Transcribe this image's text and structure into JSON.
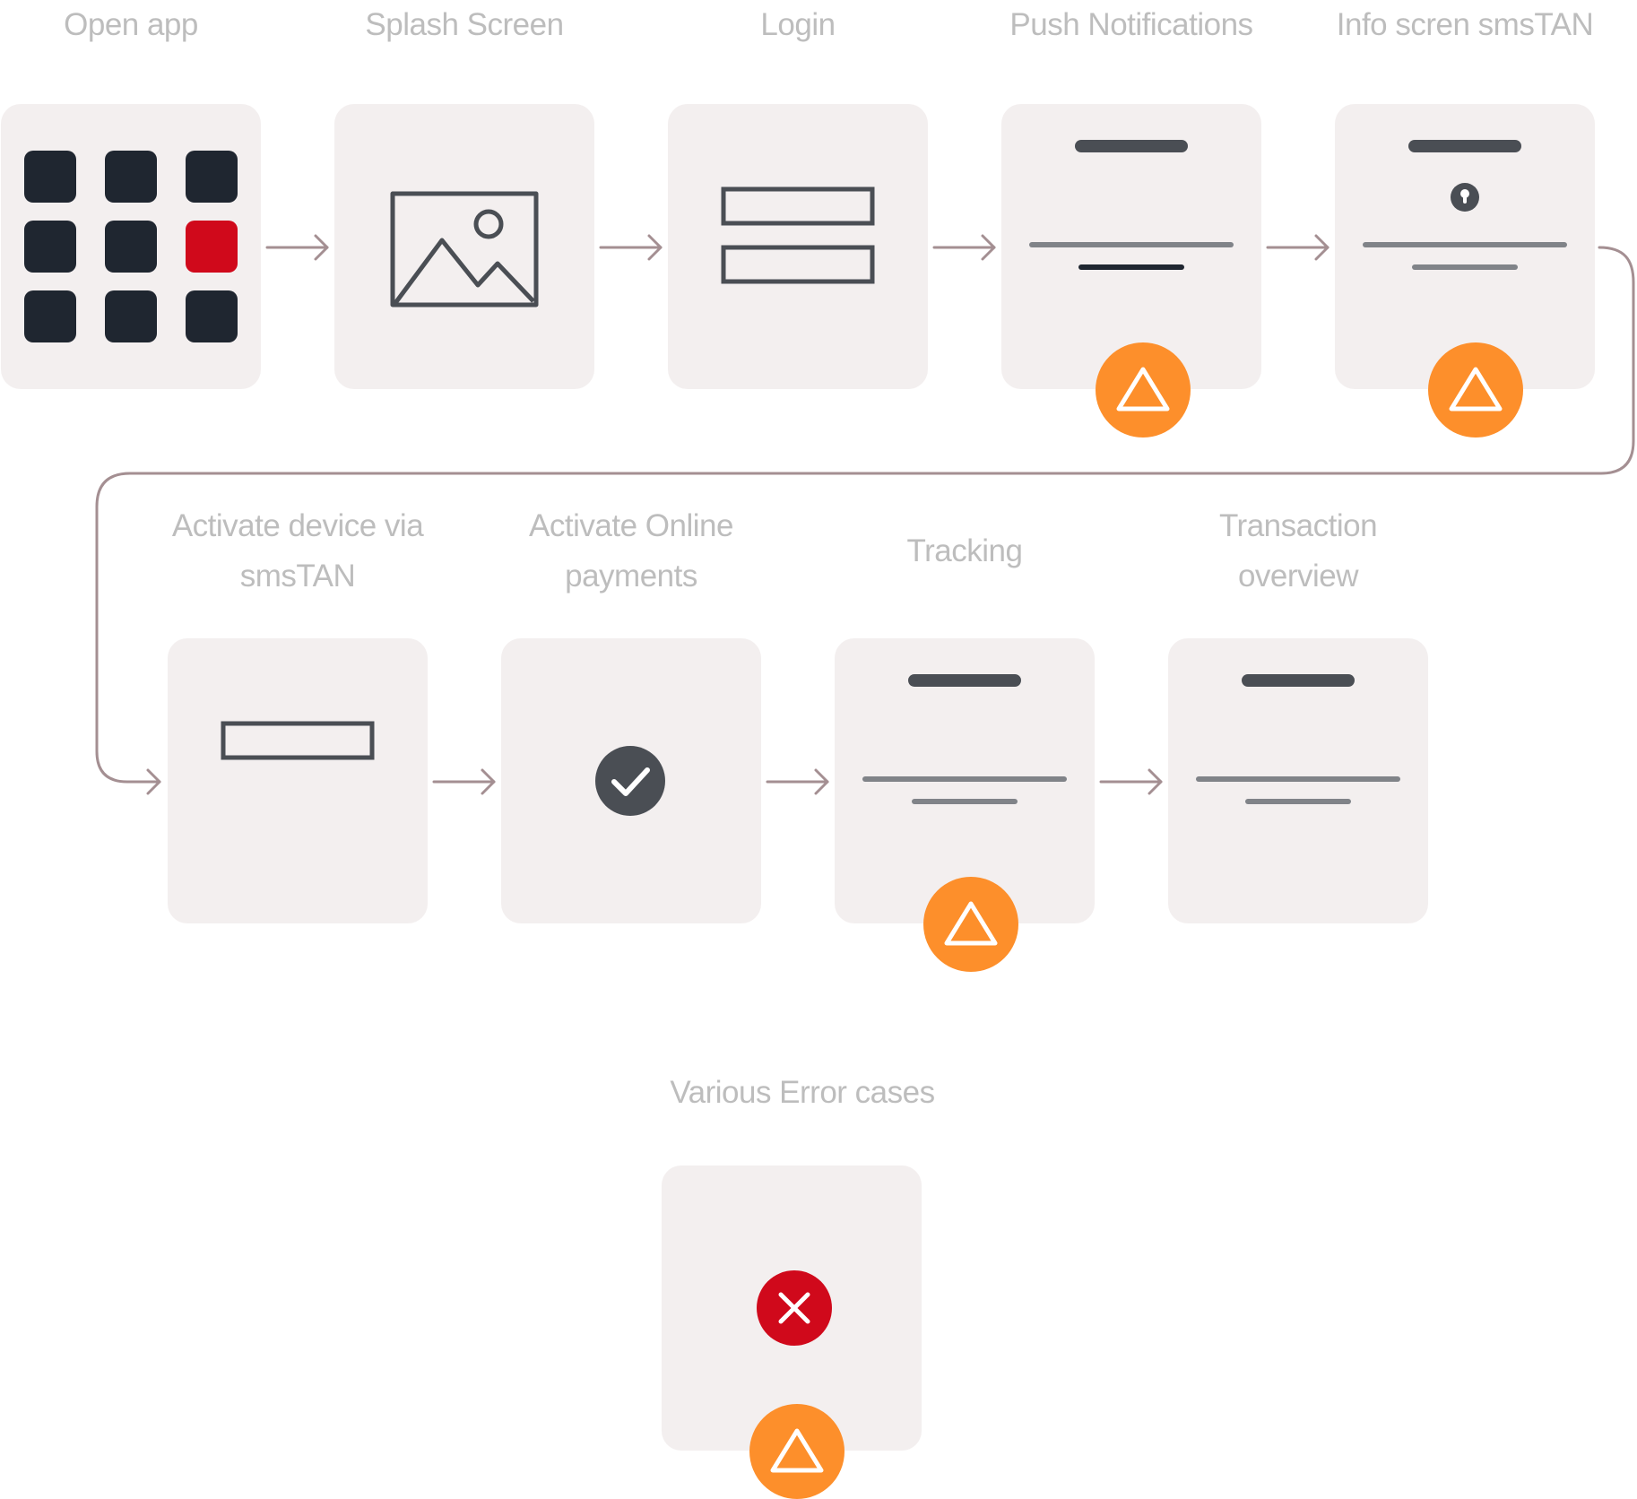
{
  "steps": [
    {
      "id": "open-app",
      "label": "Open app"
    },
    {
      "id": "splash-screen",
      "label": "Splash Screen"
    },
    {
      "id": "login",
      "label": "Login"
    },
    {
      "id": "push-notifications",
      "label": "Push Notifications"
    },
    {
      "id": "info-screen-smstan",
      "label": "Info scren smsTAN"
    },
    {
      "id": "activate-device",
      "label_line1": "Activate device via",
      "label_line2": "smsTAN"
    },
    {
      "id": "activate-online-payments",
      "label_line1": "Activate Online",
      "label_line2": "payments"
    },
    {
      "id": "tracking",
      "label": "Tracking"
    },
    {
      "id": "transaction-overview",
      "label_line1": "Transaction",
      "label_line2": "overview"
    },
    {
      "id": "various-error-cases",
      "label": "Various Error cases"
    }
  ],
  "colors": {
    "card": "#f3efef",
    "label": "#bdbdbd",
    "dark": "#1f2630",
    "accent_red": "#d0091b",
    "warning": "#fd8f2b",
    "connector": "#a48f92",
    "icon_gray": "#4a4e54"
  },
  "icons": {
    "app_grid": "app-grid-icon",
    "image": "image-placeholder-icon",
    "form": "form-fields-icon",
    "warning": "warning-triangle-icon",
    "lock": "keyhole-icon",
    "check": "check-circle-icon",
    "error": "error-x-icon"
  }
}
